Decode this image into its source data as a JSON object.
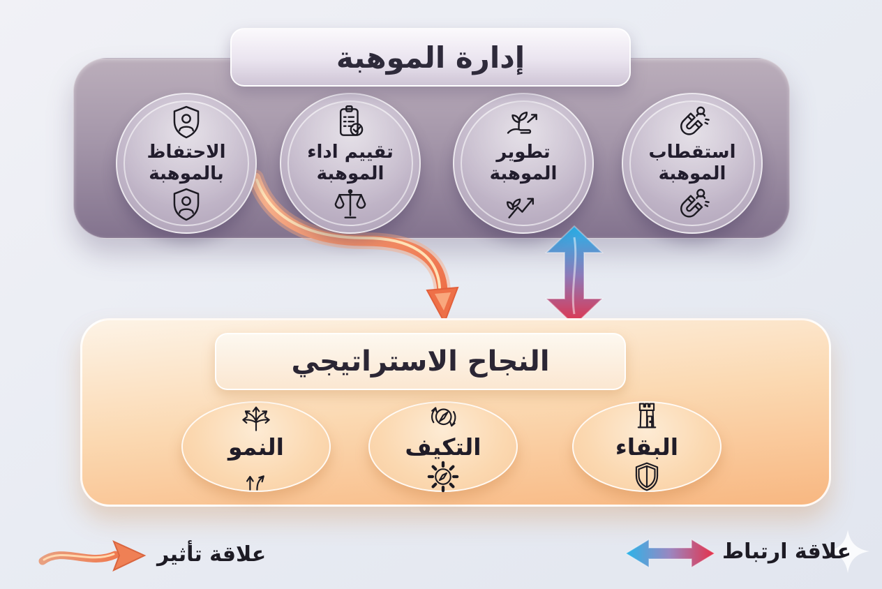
{
  "top_section": {
    "title": "إدارة الموهبة",
    "items": [
      {
        "label": "استقطاب الموهبة",
        "icon_top": "magnet-user-icon",
        "icon_bottom": "magnet-user-icon"
      },
      {
        "label": "تطوير الموهبة",
        "icon_top": "hand-sprout-icon",
        "icon_bottom": "growth-chart-icon"
      },
      {
        "label": "تقييم اداء الموهبة",
        "icon_top": "clipboard-check-icon",
        "icon_bottom": "balance-scales-icon"
      },
      {
        "label": "الاحتفاظ بالموهبة",
        "icon_top": "shield-user-icon",
        "icon_bottom": "shield-user-icon"
      }
    ]
  },
  "bottom_section": {
    "title": "النجاح الاستراتيجي",
    "items": [
      {
        "label": "البقاء",
        "icon_top": "castle-tower-icon",
        "icon_bottom": "shield-icon"
      },
      {
        "label": "التكيف",
        "icon_top": "compass-rotate-icon",
        "icon_bottom": "gear-compass-icon"
      },
      {
        "label": "النمو",
        "icon_top": "branch-arrows-icon",
        "icon_bottom": "fork-arrows-icon"
      }
    ]
  },
  "legend": {
    "influence_label": "علاقة تأثير",
    "correlation_label": "علاقة ارتباط"
  },
  "colors": {
    "background": "#e9ecf3",
    "top_box_top": "#bbaebb",
    "top_box_bottom": "#83738e",
    "bottom_box_top": "#fdf3e6",
    "bottom_box_bottom": "#f8b781",
    "influence_arrow": "#ee7048",
    "correlation_blue": "#26b2ea",
    "correlation_red": "#e5314a",
    "text_dark": "#221d2d"
  }
}
